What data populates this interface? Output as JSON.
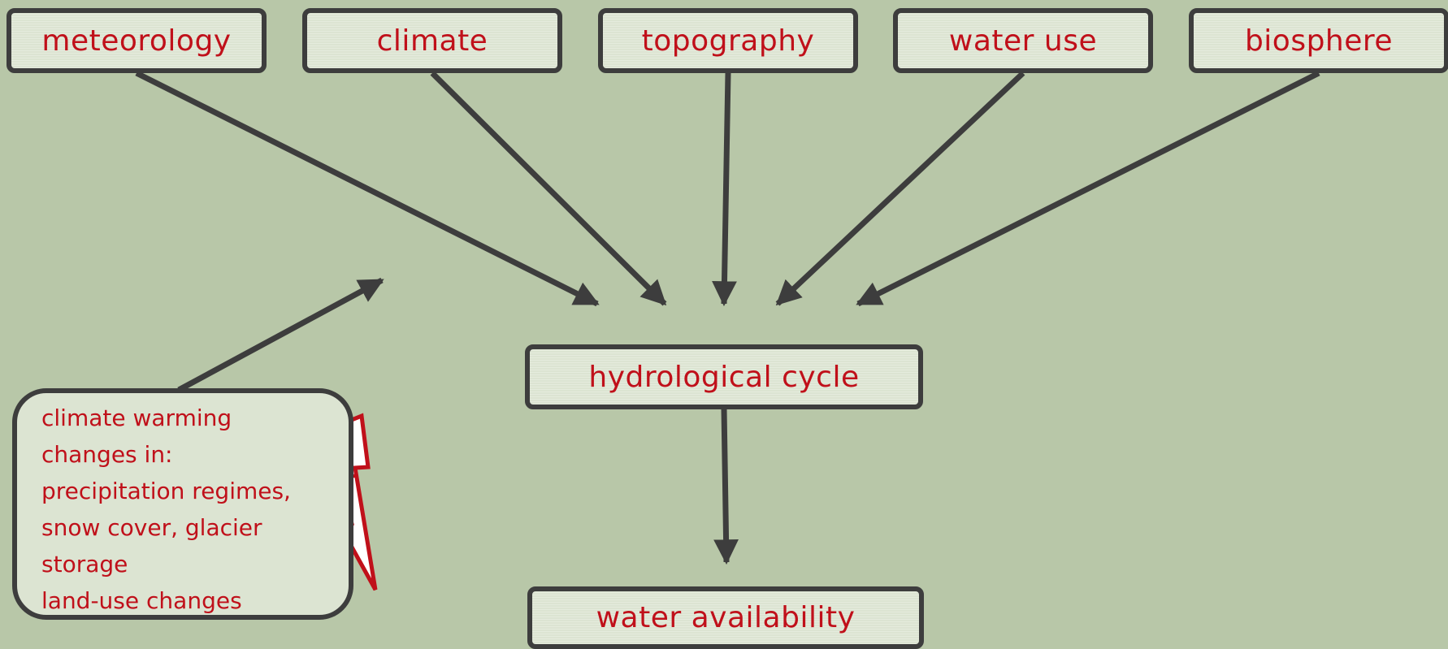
{
  "boxes": {
    "meteorology": "meteorology",
    "climate": "climate",
    "topography": "topography",
    "water_use": "water use",
    "biosphere": "biosphere",
    "hydrological_cycle": "hydrological cycle",
    "water_availability": "water availability"
  },
  "note": {
    "lines": [
      "climate warming",
      "changes in:",
      "precipitation regimes,",
      "snow cover, glacier",
      "storage",
      "land-use changes"
    ]
  },
  "colors": {
    "background": "#b8c7a8",
    "box_fill": "#dce4d2",
    "border": "#3d3d3d",
    "text": "#c0101a"
  }
}
